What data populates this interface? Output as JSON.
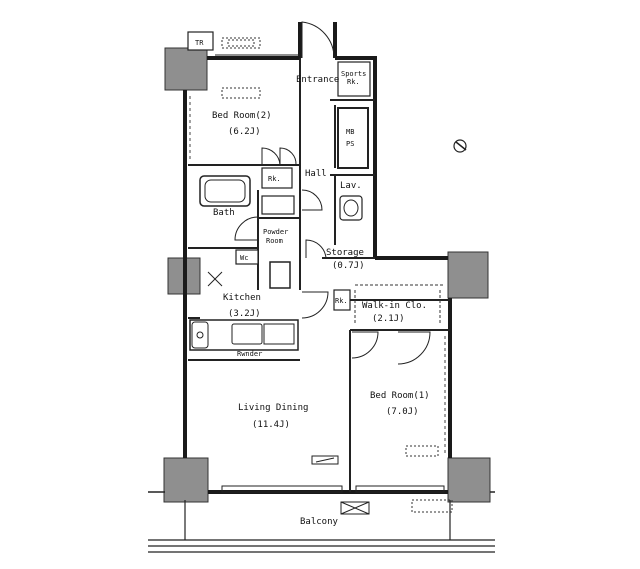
{
  "rooms": {
    "tr": "TR",
    "entrance": "Entrance",
    "sports_rk": "Sports",
    "sports_rk2": "Rk.",
    "bedroom2": "Bed Room(2)",
    "bedroom2_size": "(6.2J)",
    "mb": "MB",
    "ps": "PS",
    "rk_upper": "Rk.",
    "hall": "Hall",
    "lav": "Lav.",
    "bath": "Bath",
    "powder1": "Powder",
    "powder2": "Room",
    "storage": "Storage",
    "storage_size": "(0.7J)",
    "wc": "Wc",
    "rk_lower": "Rk.",
    "walkin": "Walk-in Clo.",
    "walkin_size": "(2.1J)",
    "kitchen": "Kitchen",
    "kitchen_size": "(3.2J)",
    "range_hood": "Rwnder",
    "living": "Living Dining",
    "living_size": "(11.4J)",
    "bedroom1": "Bed Room(1)",
    "bedroom1_size": "(7.0J)",
    "balcony": "Balcony"
  },
  "colors": {
    "wall": "#1a1a1a",
    "column": "#8f8f8f",
    "line": "#222222"
  }
}
